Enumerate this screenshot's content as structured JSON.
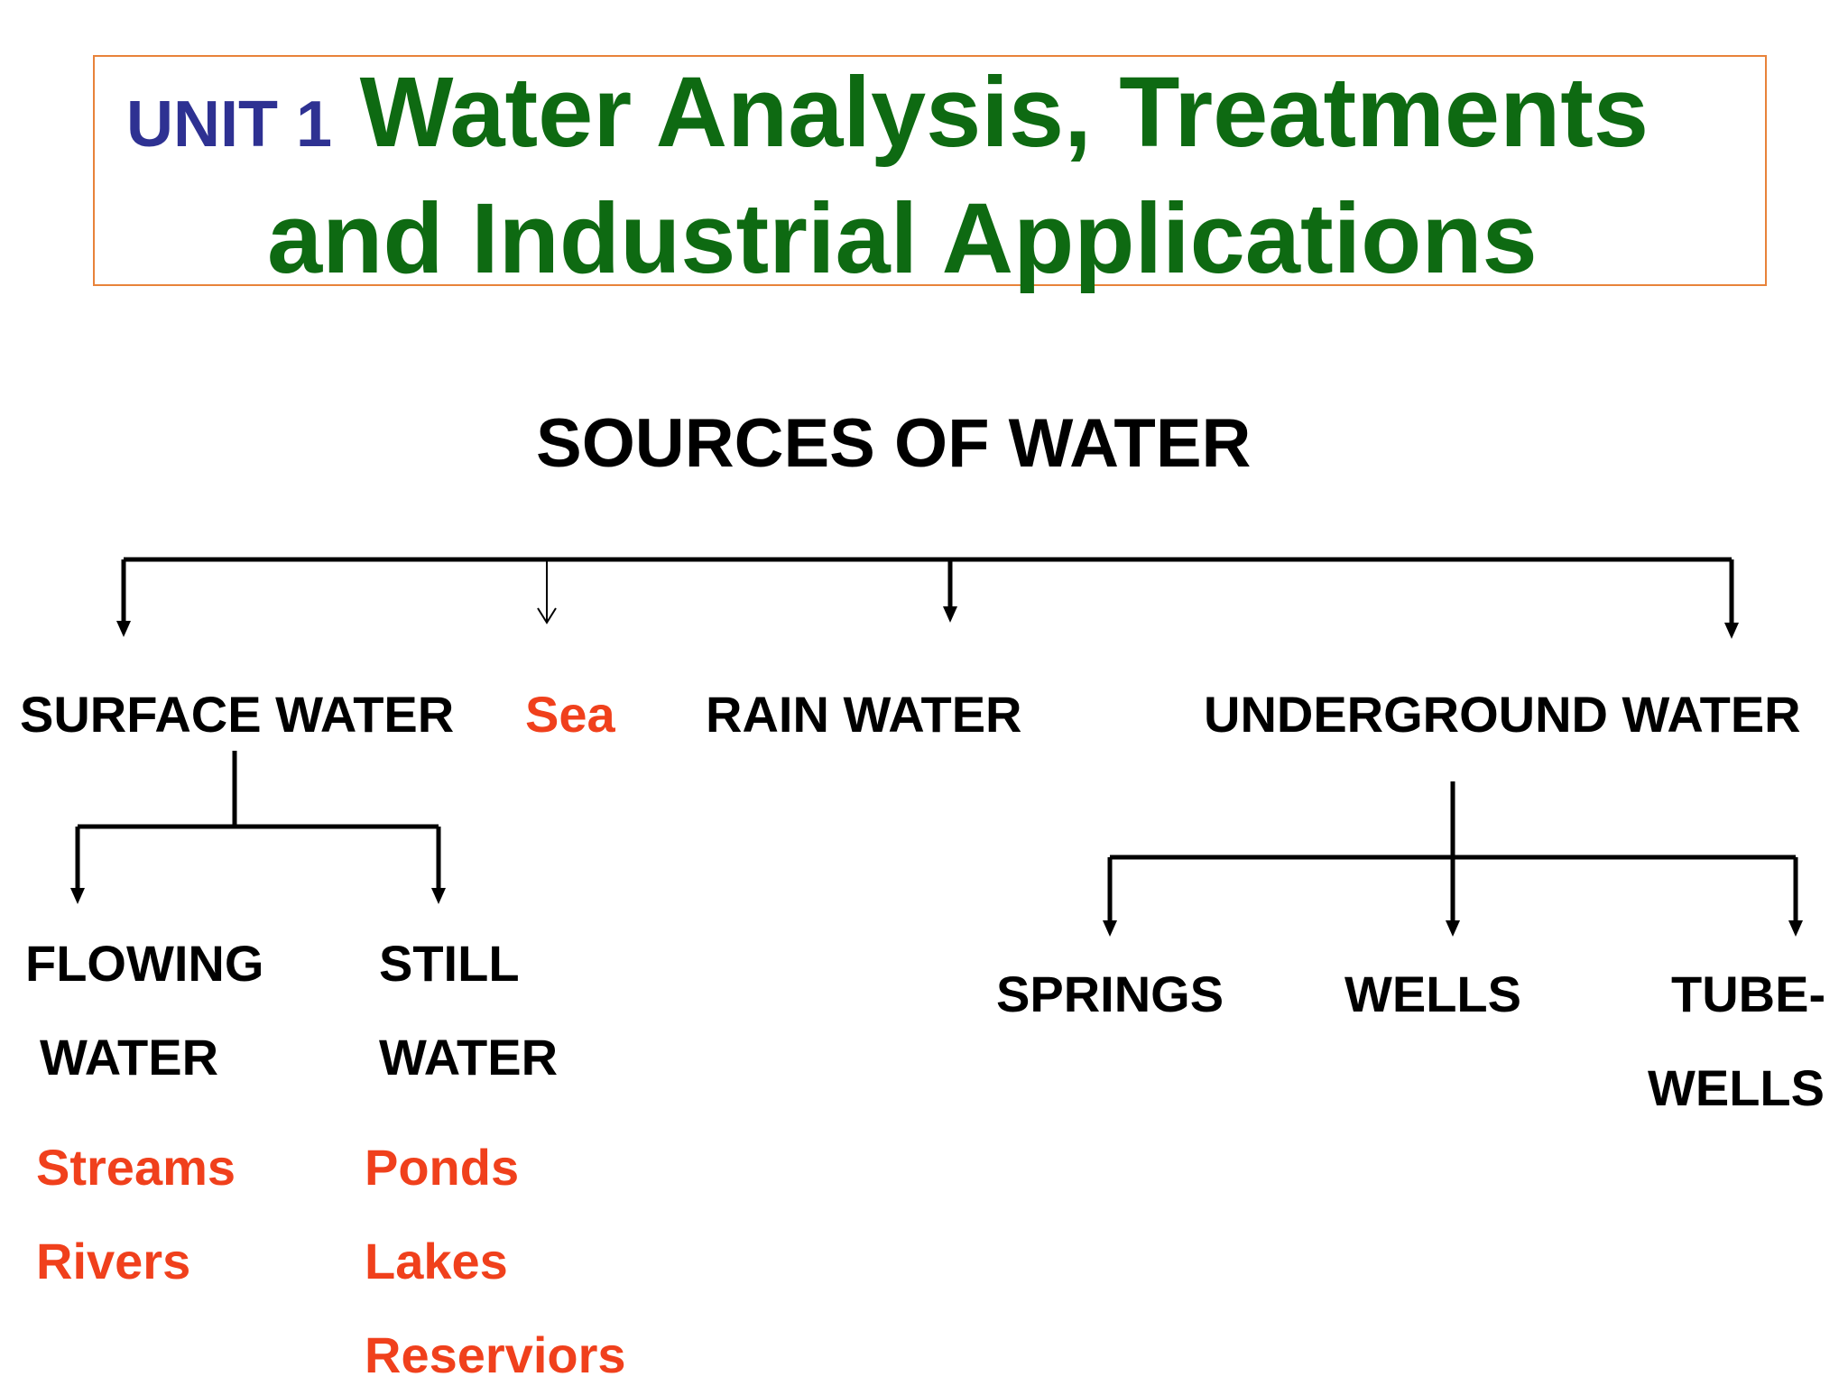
{
  "header": {
    "unit_label": "UNIT 1",
    "title_line1": "Water Analysis, Treatments",
    "title_line2": "and Industrial Applications"
  },
  "diagram": {
    "root": "SOURCES OF WATER",
    "level1": {
      "surface": "SURFACE WATER",
      "sea": "Sea",
      "rain": "RAIN WATER",
      "underground": "UNDERGROUND WATER"
    },
    "surface_children": {
      "flowing_line1": "FLOWING",
      "flowing_line2": "WATER",
      "still_line1": "STILL",
      "still_line2": "WATER"
    },
    "flowing_examples": [
      "Streams",
      "Rivers"
    ],
    "still_examples": [
      "Ponds",
      "Lakes",
      "Reserviors"
    ],
    "underground_children": {
      "springs": "SPRINGS",
      "wells": "WELLS",
      "tubewells_line1": "TUBE-",
      "tubewells_line2": "WELLS"
    }
  },
  "colors": {
    "title_green": "#0e6a12",
    "unit_blue": "#2e3192",
    "example_red": "#f0401c",
    "box_border": "#e8833a",
    "text_black": "#000000"
  }
}
